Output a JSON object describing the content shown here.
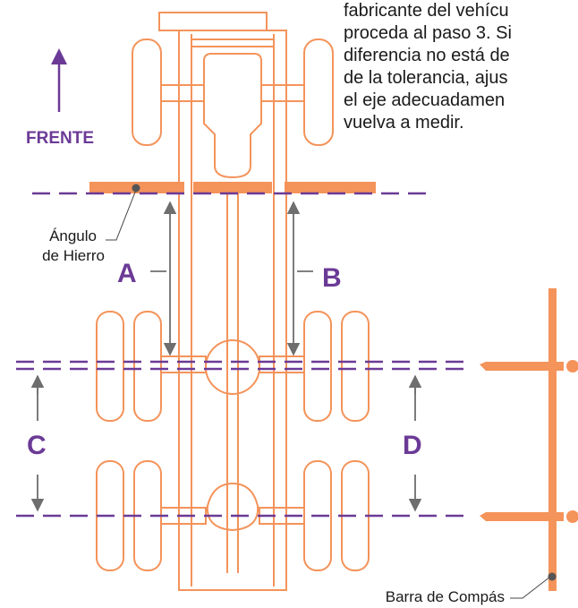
{
  "instructions": {
    "lines": [
      "fabricante del vehícu",
      "proceda al paso 3. Si",
      "diferencia no está de",
      "de la tolerancia, ajus",
      "el eje adecuadamen",
      "vuelva a medir."
    ]
  },
  "labels": {
    "front": "FRENTE",
    "angle_iron": "Ángulo",
    "angle_iron_2": "de Hierro",
    "compass_bar": "Barra de Compás",
    "a": "A",
    "b": "B",
    "c": "C",
    "d": "D"
  },
  "colors": {
    "chassis": "#f4935a",
    "accent": "#6b3a96",
    "text": "#1a1a1a",
    "arrow": "#6e6e6e"
  }
}
